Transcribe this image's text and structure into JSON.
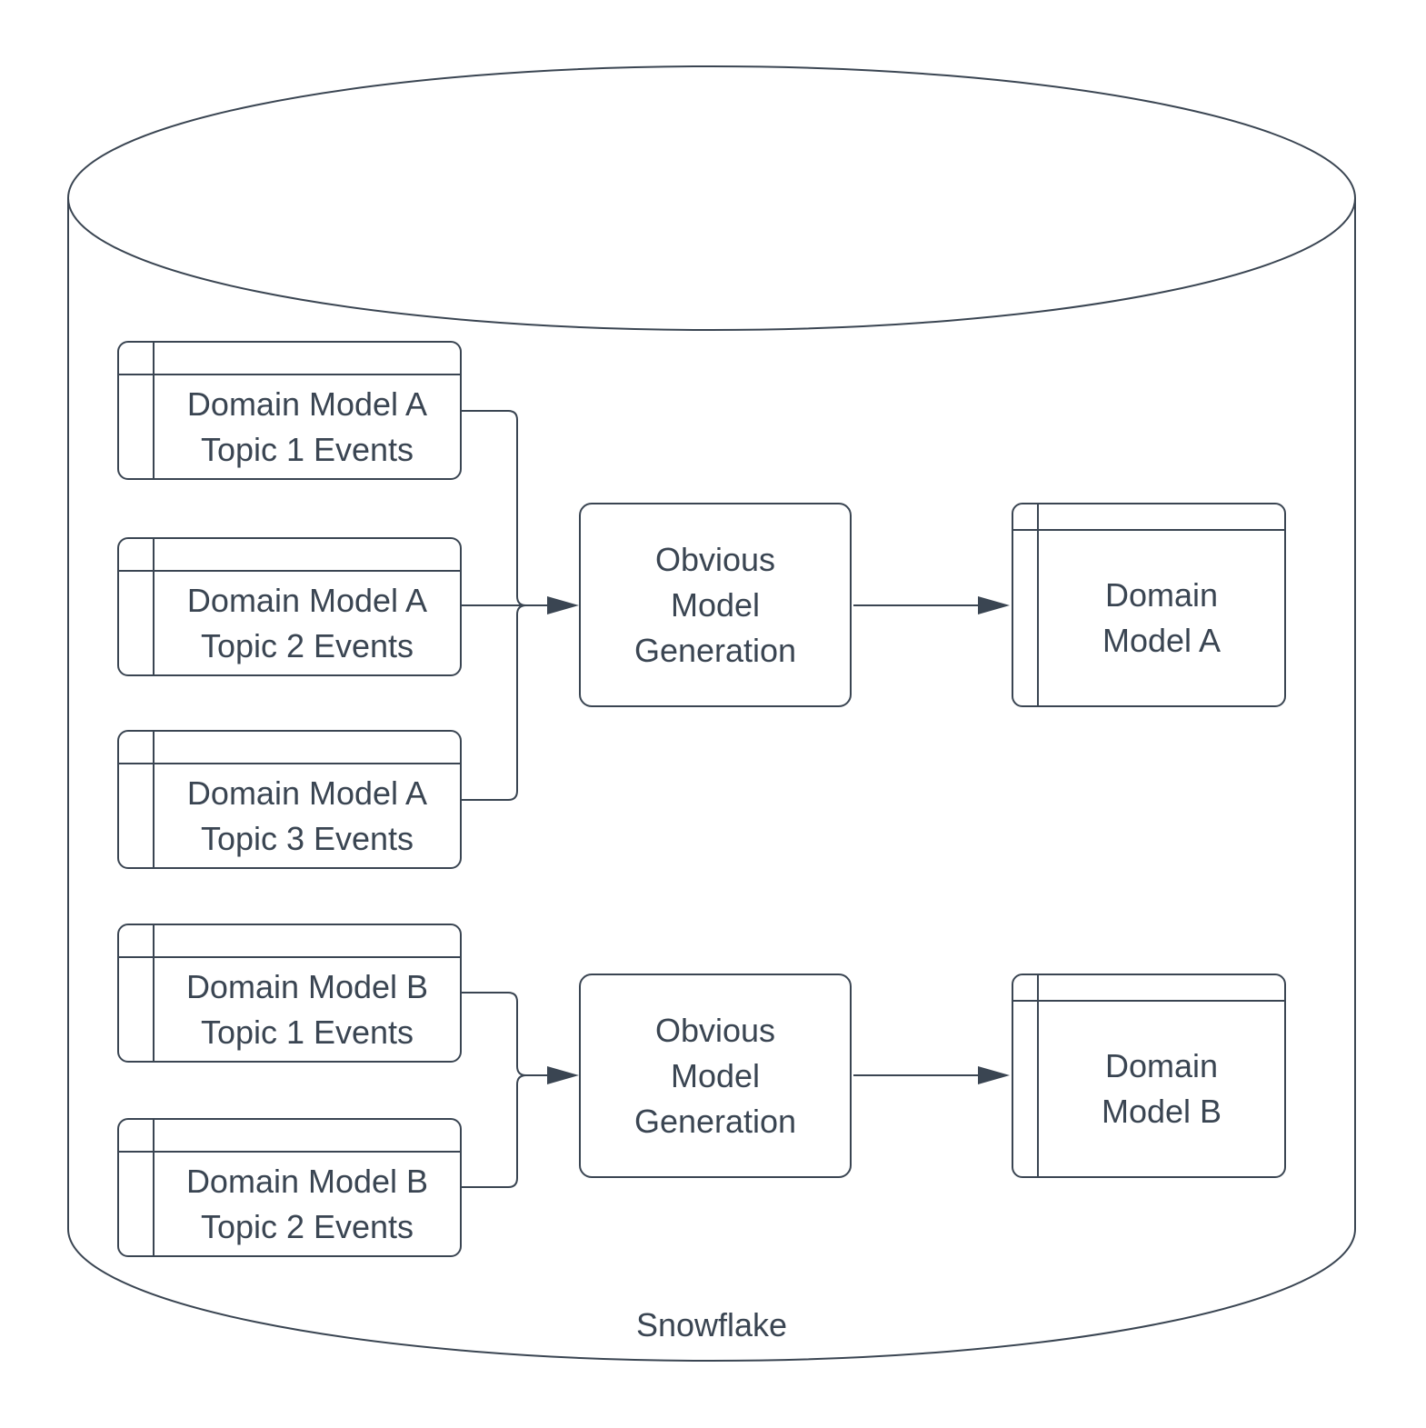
{
  "colors": {
    "stroke": "#3a4552",
    "text": "#3a4552",
    "background": "#ffffff",
    "node_fill": "#ffffff"
  },
  "diagram": {
    "cylinder_label": "Snowflake",
    "group_a": {
      "sources": [
        {
          "line1": "Domain Model A",
          "line2": "Topic 1 Events"
        },
        {
          "line1": "Domain Model A",
          "line2": "Topic 2 Events"
        },
        {
          "line1": "Domain Model A",
          "line2": "Topic 3 Events"
        }
      ],
      "process": {
        "line1": "Obvious",
        "line2": "Model",
        "line3": "Generation"
      },
      "output": {
        "line1": "Domain",
        "line2": "Model A"
      }
    },
    "group_b": {
      "sources": [
        {
          "line1": "Domain Model B",
          "line2": "Topic 1 Events"
        },
        {
          "line1": "Domain Model B",
          "line2": "Topic 2 Events"
        }
      ],
      "process": {
        "line1": "Obvious",
        "line2": "Model",
        "line3": "Generation"
      },
      "output": {
        "line1": "Domain",
        "line2": "Model B"
      }
    }
  }
}
